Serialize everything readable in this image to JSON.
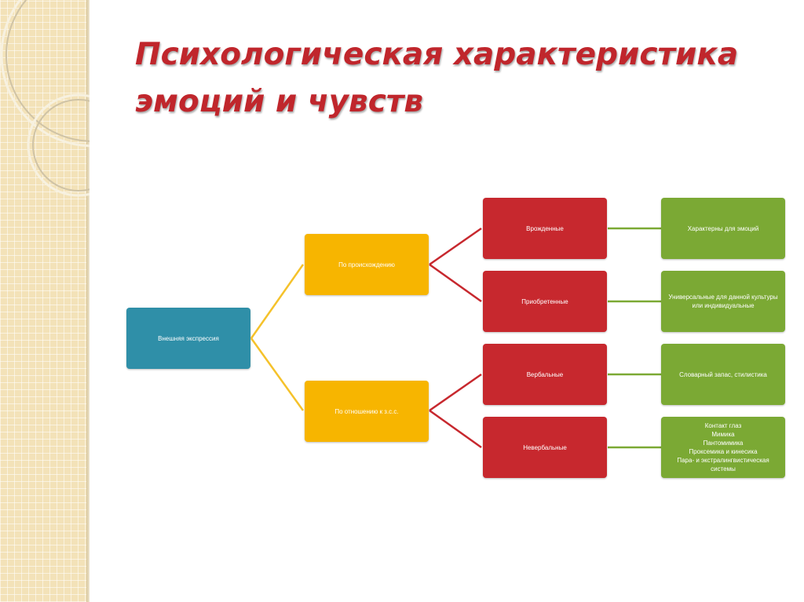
{
  "slide": {
    "title_line1": "Психологическая характеристика",
    "title_line2": "эмоций и чувств"
  },
  "diagram": {
    "root": "Внешняя экспрессия",
    "level1": {
      "origin": "По происхождению",
      "relation": "По отношению к з.с.с."
    },
    "level2": {
      "innate": "Врожденные",
      "acquired": "Приобретенные",
      "verbal": "Вербальные",
      "nonverbal": "Невербальные"
    },
    "level3": {
      "innate_desc": "Характерны для эмоций",
      "acquired_desc": "Универсальные для данной культуры или индивидуальные",
      "verbal_desc": "Словарный запас, стилистика",
      "nonverbal_items": [
        "Контакт глаз",
        "Мимика",
        "Пантомимика",
        "Проксемика и кинесика",
        "Пара- и экстралингвистическая системы"
      ]
    }
  },
  "colors": {
    "title": "#c0262c",
    "root": "#2f8fa8",
    "level1": "#f7b500",
    "level2": "#c7282e",
    "level3": "#7ba934"
  }
}
